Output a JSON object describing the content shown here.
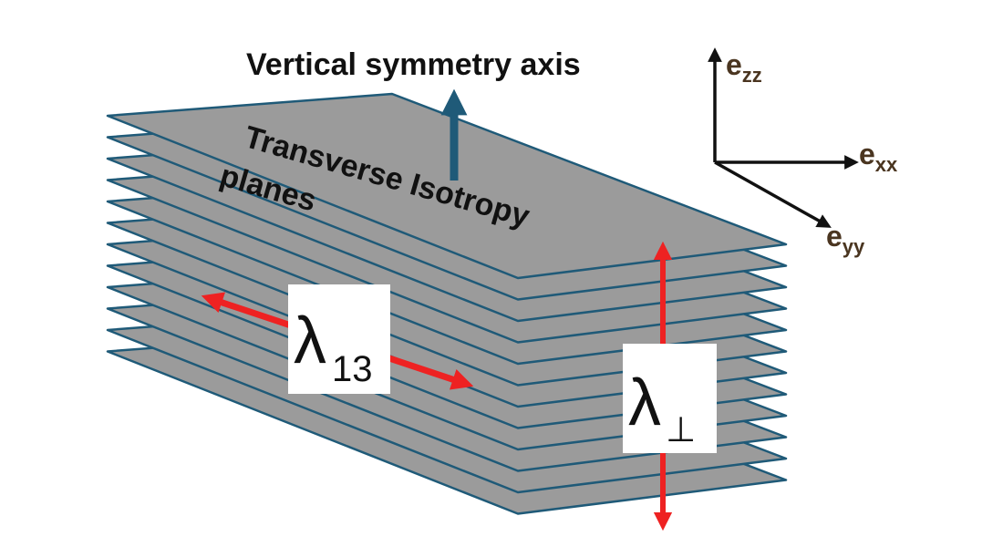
{
  "texts": {
    "axis_title": "Vertical symmetry axis",
    "planes_line1": "Transverse Isotropy",
    "planes_line2": "planes",
    "lambda_symbol": "λ",
    "lambda_13_sub": "13",
    "lambda_perp_sub": "⊥",
    "e_symbol": "e",
    "ezz_sub": "zz",
    "exx_sub": "xx",
    "eyy_sub": "yy"
  },
  "colors": {
    "plate_fill": "#9b9b9b",
    "plate_edge": "#1f5a78",
    "axis_arrow": "#1f5a78",
    "red_arrow": "#ee2222",
    "ref_arrows": "#111111",
    "e_labels": "#4a3520",
    "label_text": "#111111"
  },
  "diagram": {
    "plate_count": 12
  }
}
